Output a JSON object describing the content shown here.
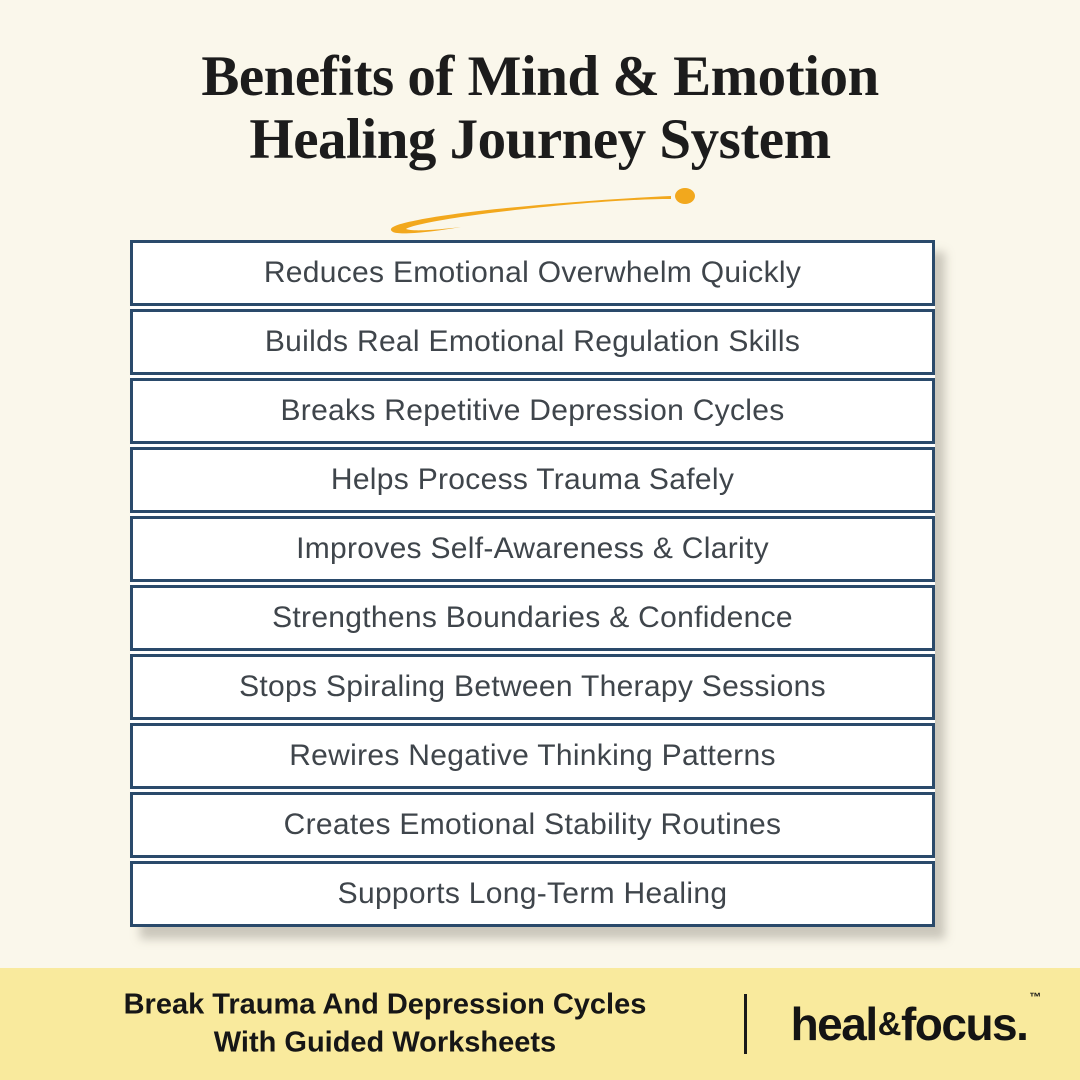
{
  "title": {
    "line1": "Benefits of Mind & Emotion",
    "line2": "Healing Journey System"
  },
  "benefits": [
    "Reduces Emotional Overwhelm Quickly",
    "Builds Real Emotional Regulation Skills",
    "Breaks Repetitive Depression Cycles",
    "Helps Process Trauma Safely",
    "Improves Self-Awareness & Clarity",
    "Strengthens Boundaries & Confidence",
    "Stops Spiraling Between Therapy Sessions",
    "Rewires Negative Thinking Patterns",
    "Creates Emotional Stability Routines",
    "Supports Long-Term Healing"
  ],
  "footer": {
    "tagline_line1": "Break Trauma And Depression Cycles",
    "tagline_line2": "With Guided Worksheets",
    "brand": {
      "part1": "heal",
      "amp": "&",
      "part2": "focus.",
      "tm": "™"
    }
  },
  "icons": {
    "underline_swoosh": "underline-swoosh-icon"
  },
  "colors": {
    "background": "#FAF7EB",
    "accent_amber": "#F2A81D",
    "row_border_navy": "#2A4A6B",
    "row_background": "#FFFFFF",
    "row_text": "#3F454B",
    "title_text": "#1C1C1C",
    "footer_background": "#F9EA9D",
    "footer_text": "#161616"
  }
}
